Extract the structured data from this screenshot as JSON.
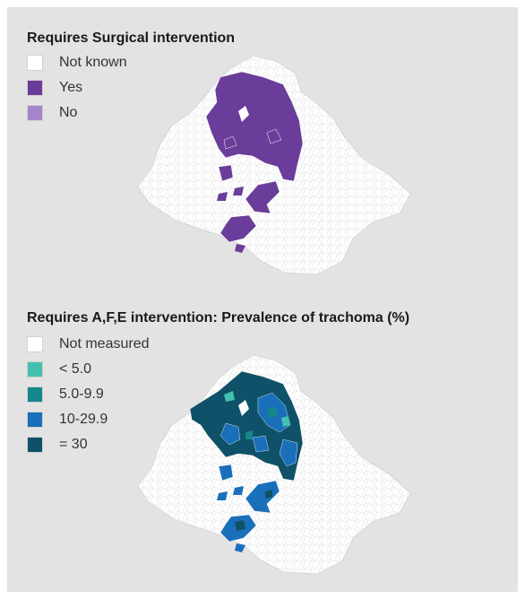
{
  "colors": {
    "panel_bg": "#e3e3e3",
    "country_fill": "#ffffff",
    "boundary": "#e4e4e4",
    "surgical_yes": "#6a3d9a",
    "surgical_no": "#a585c9",
    "afe_lt5": "#44c0b0",
    "afe_5_9": "#14878c",
    "afe_10_29": "#1a6fba",
    "afe_30": "#0f5168"
  },
  "surgical_map": {
    "title": "Requires Surgical intervention",
    "legend": [
      {
        "label": "Not known",
        "color": "#ffffff"
      },
      {
        "label": "Yes",
        "color": "#6a3d9a"
      },
      {
        "label": "No",
        "color": "#a585c9"
      }
    ]
  },
  "afe_map": {
    "title": "Requires A,F,E intervention: Prevalence of trachoma (%)",
    "legend": [
      {
        "label": "Not measured",
        "color": "#ffffff"
      },
      {
        "label": "< 5.0",
        "color": "#44c0b0"
      },
      {
        "label": "5.0-9.9",
        "color": "#14878c"
      },
      {
        "label": "10-29.9",
        "color": "#1a6fba"
      },
      {
        "label": "= 30",
        "color": "#0f5168"
      }
    ]
  }
}
